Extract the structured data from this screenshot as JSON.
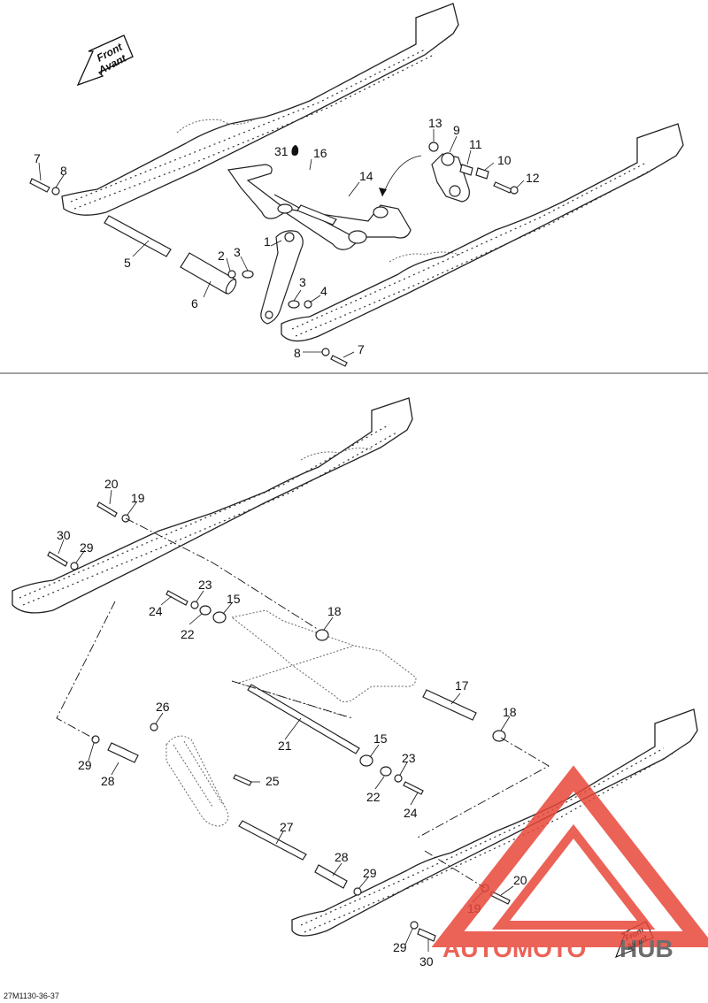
{
  "diagram_code": "27M1130-36-37",
  "front_arrow": {
    "line1": "Front",
    "line2": "Avant"
  },
  "watermark": {
    "part1": "AUTOMOTO",
    "part2": "HUB",
    "color_main": "#e8473a",
    "color_hub": "#555555"
  },
  "callouts": {
    "c1": "1",
    "c2": "2",
    "c3a": "3",
    "c3b": "3",
    "c4": "4",
    "c5": "5",
    "c6": "6",
    "c7a": "7",
    "c7b": "7",
    "c8a": "8",
    "c8b": "8",
    "c9": "9",
    "c10": "10",
    "c11": "11",
    "c12": "12",
    "c13": "13",
    "c14": "14",
    "c16": "16",
    "c31": "31",
    "c15a": "15",
    "c15b": "15",
    "c17": "17",
    "c18a": "18",
    "c18b": "18",
    "c19a": "19",
    "c19b": "19",
    "c20a": "20",
    "c20b": "20",
    "c21": "21",
    "c22a": "22",
    "c22b": "22",
    "c23a": "23",
    "c23b": "23",
    "c24a": "24",
    "c24b": "24",
    "c25": "25",
    "c26": "26",
    "c27": "27",
    "c28a": "28",
    "c28b": "28",
    "c29a": "29",
    "c29b": "29",
    "c29c": "29",
    "c29d": "29",
    "c30a": "30",
    "c30b": "30"
  }
}
